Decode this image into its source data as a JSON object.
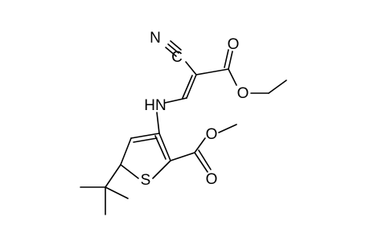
{
  "structure": {
    "atoms": {
      "N_nitrile": "N",
      "C_nitrile": "C",
      "O_carbonyl_ester": "O",
      "O_ether_ester": "O",
      "HN_amine": "HN",
      "O_ether_methyl": "O",
      "O_carbonyl_methyl": "O",
      "S_ring": "S"
    }
  }
}
